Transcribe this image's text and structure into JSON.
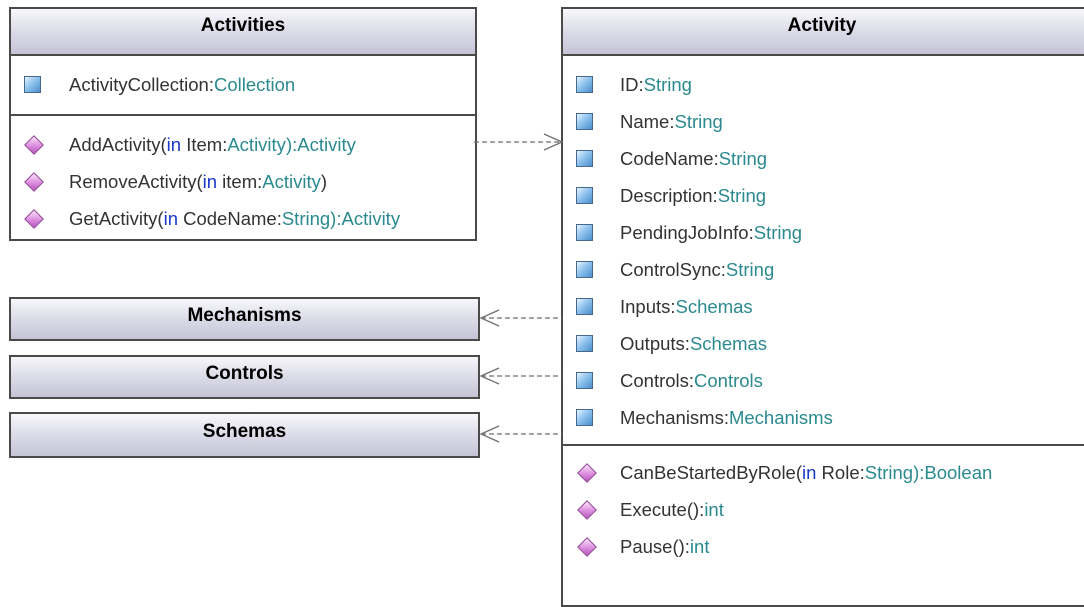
{
  "activities": {
    "title": "Activities",
    "attributes": [
      {
        "name": "ActivityCollection",
        "sep": ":",
        "type": "Collection"
      }
    ],
    "operations": [
      {
        "name": "AddActivity(",
        "kw": "in",
        "param": " Item:",
        "ptype": "Activity",
        "close": "):",
        "ret": "Activity"
      },
      {
        "name": "RemoveActivity(",
        "kw": "in",
        "param": " item:",
        "ptype": "Activity",
        "close": ")",
        "ret": ""
      },
      {
        "name": "GetActivity(",
        "kw": "in",
        "param": " CodeName:",
        "ptype": "String",
        "close": "):",
        "ret": "Activity"
      }
    ]
  },
  "mechanisms": {
    "title": "Mechanisms"
  },
  "controls": {
    "title": "Controls"
  },
  "schemas": {
    "title": "Schemas"
  },
  "activity": {
    "title": "Activity",
    "attributes": [
      {
        "name": "ID",
        "sep": ":",
        "type": "String"
      },
      {
        "name": "Name",
        "sep": ":",
        "type": "String"
      },
      {
        "name": "CodeName",
        "sep": ":",
        "type": "String"
      },
      {
        "name": "Description",
        "sep": ":",
        "type": "String"
      },
      {
        "name": "PendingJobInfo",
        "sep": ":",
        "type": "String"
      },
      {
        "name": "ControlSync",
        "sep": ":",
        "type": "String"
      },
      {
        "name": "Inputs",
        "sep": ":",
        "type": "Schemas"
      },
      {
        "name": "Outputs",
        "sep": ":",
        "type": "Schemas"
      },
      {
        "name": "Controls",
        "sep": ":",
        "type": "Controls"
      },
      {
        "name": "Mechanisms",
        "sep": ":",
        "type": "Mechanisms"
      }
    ],
    "operations": [
      {
        "name": "CanBeStartedByRole(",
        "kw": "in",
        "param": " Role:",
        "ptype": "String",
        "close": "):",
        "ret": "Boolean"
      },
      {
        "name": "Execute():",
        "kw": "",
        "param": "",
        "ptype": "",
        "close": "",
        "ret": "int"
      },
      {
        "name": "Pause():",
        "kw": "",
        "param": "",
        "ptype": "",
        "close": "",
        "ret": "int"
      }
    ]
  },
  "colors": {
    "border": "#4a4a4a",
    "keyword": "#1a38c7",
    "type": "#2a8a90",
    "text": "#333333",
    "dependency_line": "#707070"
  },
  "icons": {
    "attribute": "attribute-square-icon",
    "operation": "operation-diamond-icon"
  }
}
